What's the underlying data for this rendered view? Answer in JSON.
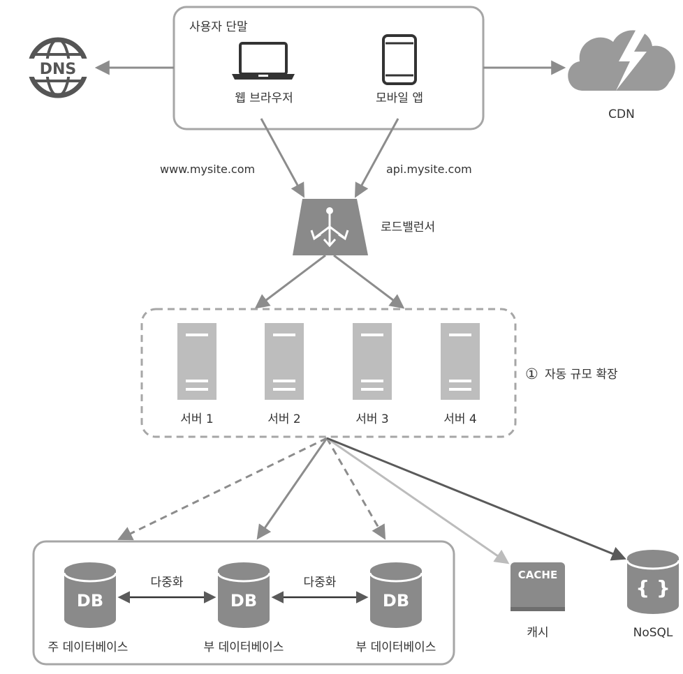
{
  "clients": {
    "title": "사용자 단말",
    "web": "웹 브라우저",
    "mobile": "모바일 앱"
  },
  "dns": {
    "label": "DNS"
  },
  "cdn": {
    "label": "CDN"
  },
  "domains": {
    "web": "www.mysite.com",
    "api": "api.mysite.com"
  },
  "load_balancer": {
    "label": "로드밸런서"
  },
  "autoscale": {
    "marker": "①",
    "label": "자동 규모 확장"
  },
  "servers": [
    "서버 1",
    "서버 2",
    "서버 3",
    "서버 4"
  ],
  "databases": {
    "replication_label": "다중화",
    "db_icon_text": "DB",
    "master": "주 데이터베이스",
    "slave1": "부 데이터베이스",
    "slave2": "부 데이터베이스"
  },
  "cache": {
    "icon_text": "CACHE",
    "label": "캐시"
  },
  "nosql": {
    "icon_text": "{ }",
    "label": "NoSQL"
  },
  "colors": {
    "outline": "#a6a6a6",
    "arrow": "#8c8c8c",
    "icon": "#8a8a8a",
    "server": "#bdbdbd",
    "cache_arrow": "#bcbcbc",
    "nosql_arrow": "#5a5a5a",
    "cdn_cloud": "#9a9a9a"
  }
}
